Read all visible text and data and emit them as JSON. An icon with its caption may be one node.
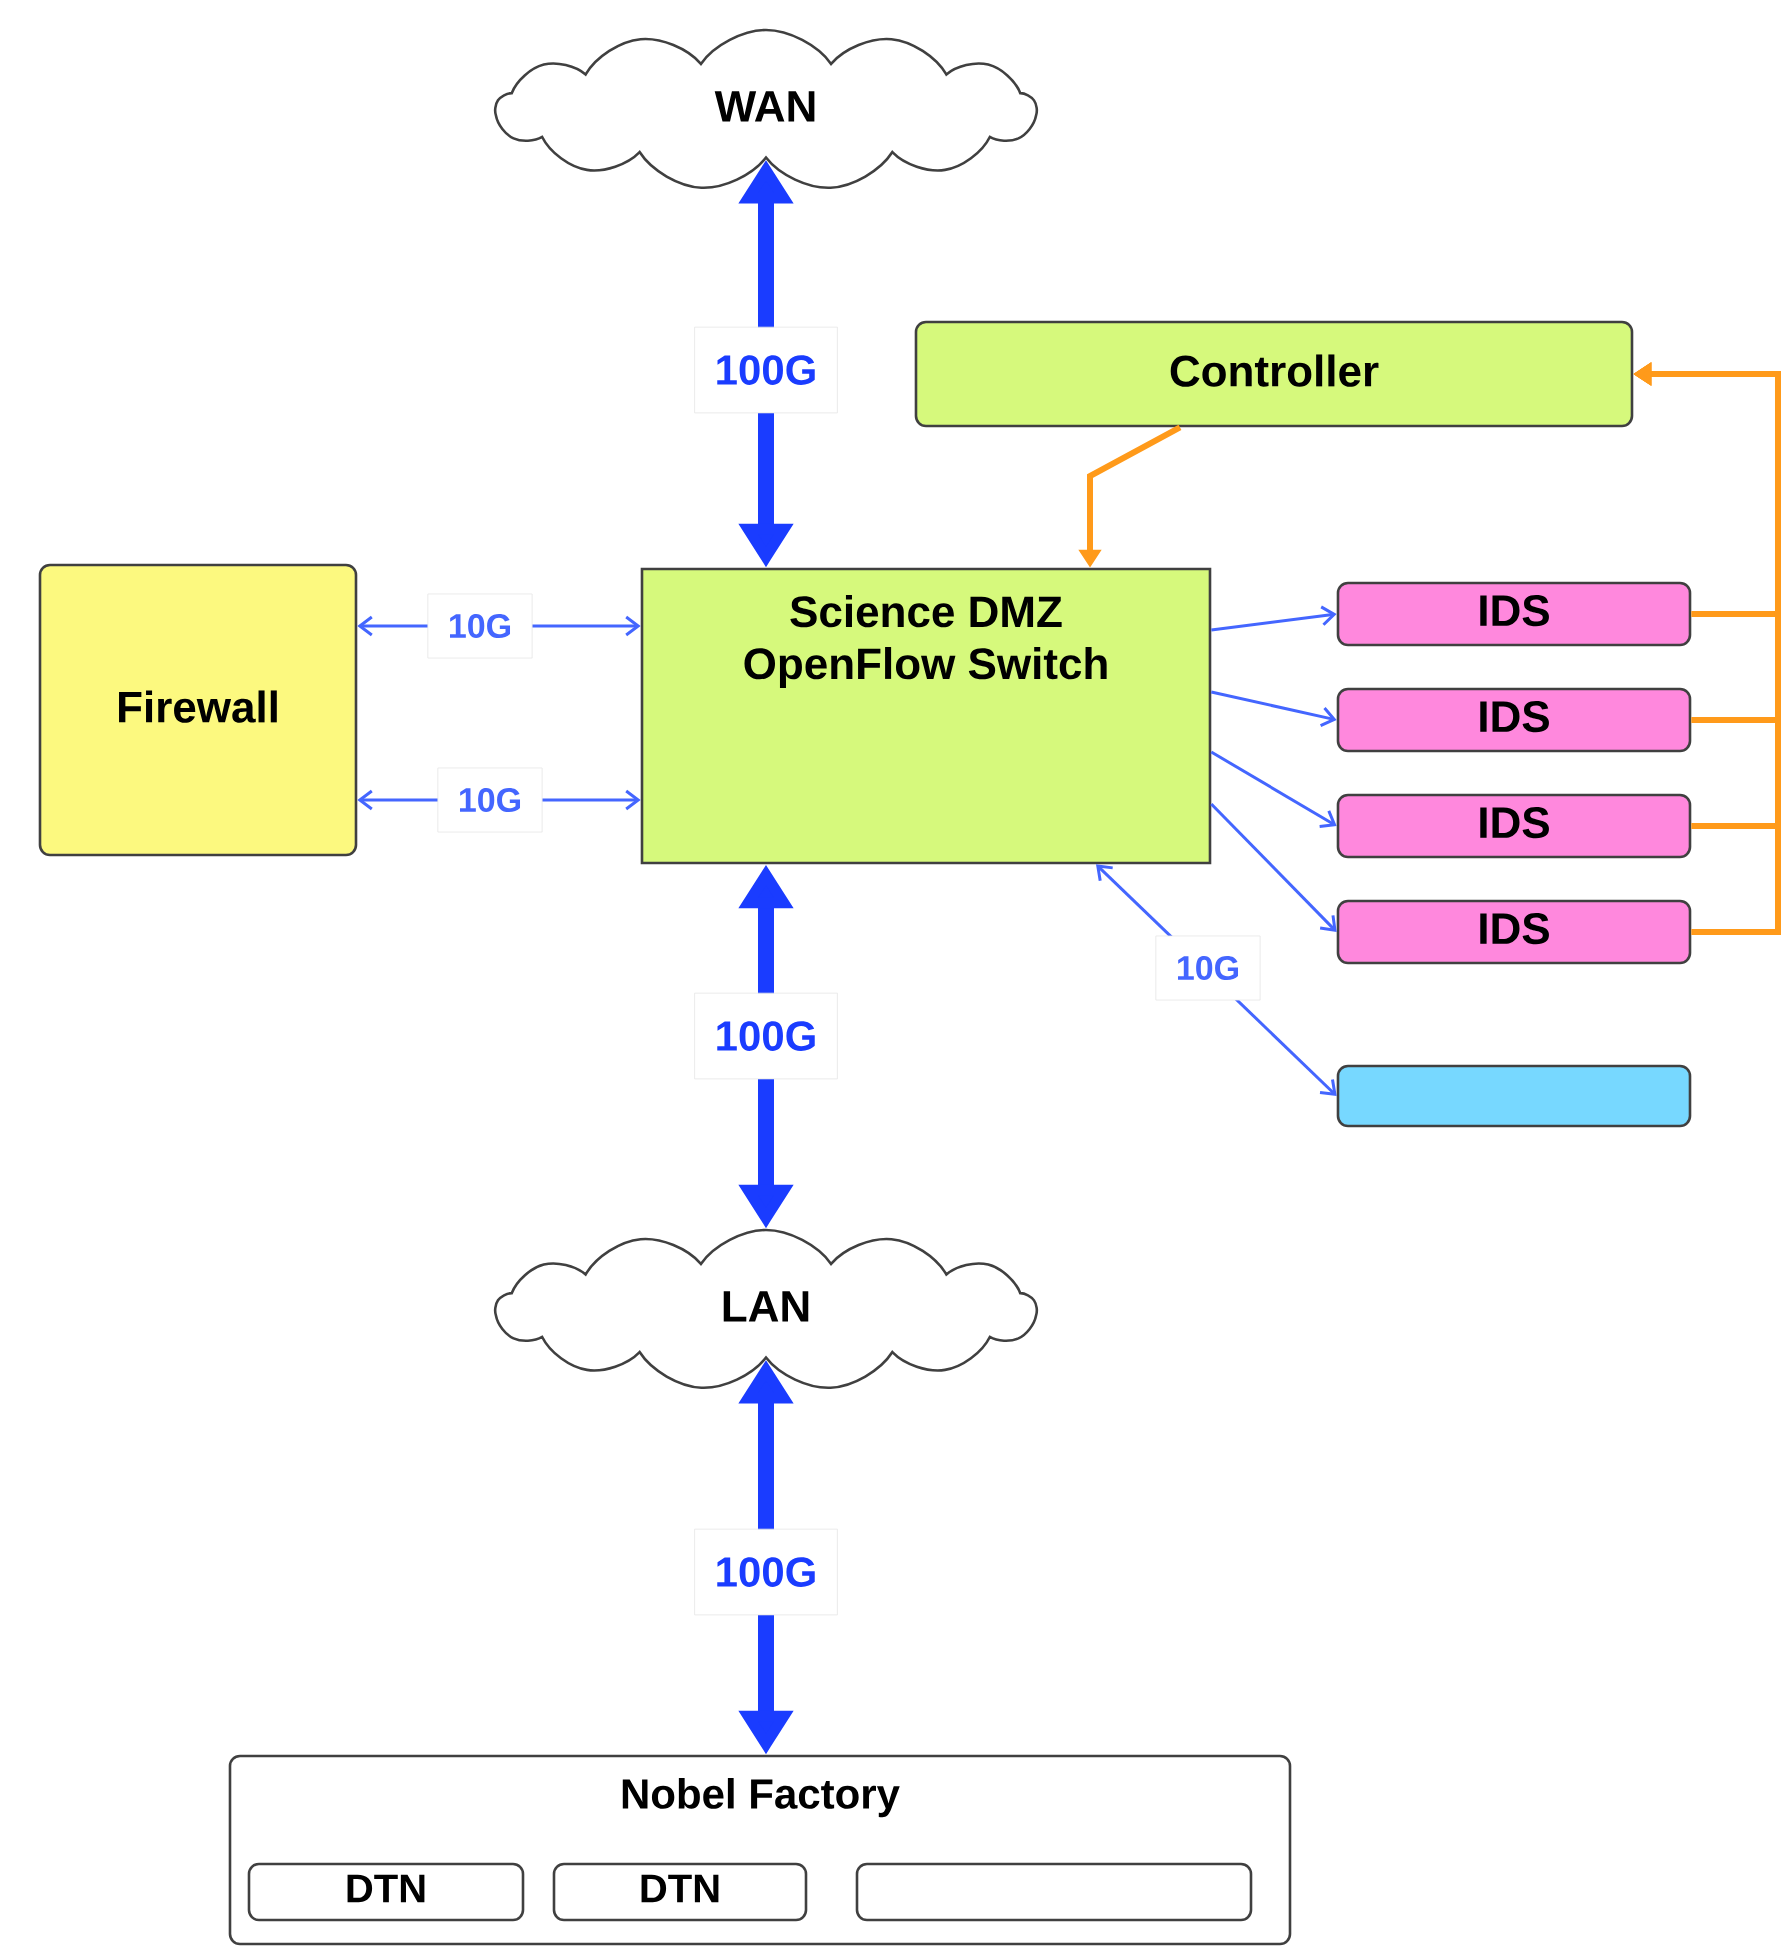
{
  "diagram": {
    "nodes": [
      {
        "text": [
          "WAN"
        ]
      },
      {
        "text": [
          "Controller"
        ]
      },
      {
        "text": [
          "Firewall"
        ]
      },
      {
        "text": [
          "Science DMZ OpenFlow Switch"
        ]
      },
      {
        "text": [
          "IDS"
        ]
      },
      {
        "text": [
          "IDS"
        ]
      },
      {
        "text": [
          "IDS"
        ]
      },
      {
        "text": [
          "IDS"
        ]
      },
      {
        "text": [],
        "shape": "box"
      },
      {
        "text": [
          "LAN"
        ]
      },
      {
        "text": [
          "Nobel Factory"
        ]
      },
      {
        "text": [
          "DTN"
        ],
        "in": 10
      },
      {
        "text": [
          "DTN"
        ],
        "in": 10
      },
      {
        "text": [],
        "shape": "box",
        "in": 10
      }
    ],
    "edges": [
      {
        "from": 0,
        "to": 3,
        "arrow": "both",
        "label": "100G",
        "style": "thick",
        "color": "#1a3cff"
      },
      {
        "from": 3,
        "to": 2,
        "arrow": "both",
        "label": "10G"
      },
      {
        "from": 3,
        "to": 2,
        "arrow": "both",
        "label": "10G"
      },
      {
        "from": 1,
        "to": 3,
        "arrow": "to",
        "color": "#ff9a1a"
      },
      {
        "from": 3,
        "to": 4,
        "arrow": "to"
      },
      {
        "from": 3,
        "to": 5,
        "arrow": "to"
      },
      {
        "from": 3,
        "to": 6,
        "arrow": "to"
      },
      {
        "from": 3,
        "to": 7,
        "arrow": "to"
      },
      {
        "from": 3,
        "to": 8,
        "arrow": "both",
        "label": "10G"
      },
      {
        "from": 4,
        "to": 1,
        "arrow": "to",
        "color": "#ff9a1a"
      },
      {
        "from": 5,
        "to": 1,
        "arrow": "to",
        "color": "#ff9a1a"
      },
      {
        "from": 6,
        "to": 1,
        "arrow": "to",
        "color": "#ff9a1a"
      },
      {
        "from": 7,
        "to": 1,
        "arrow": "to",
        "color": "#ff9a1a"
      },
      {
        "from": 3,
        "to": 9,
        "arrow": "both",
        "label": "100G",
        "style": "thick",
        "color": "#1a3cff"
      },
      {
        "from": 9,
        "to": 10,
        "arrow": "both",
        "label": "100G",
        "style": "thick",
        "color": "#1a3cff"
      }
    ]
  }
}
